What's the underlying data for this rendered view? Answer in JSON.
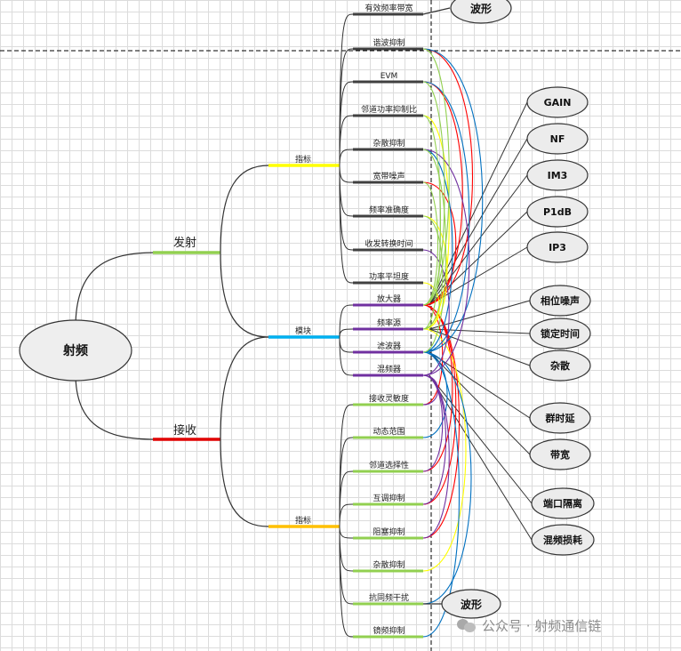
{
  "root": "射频",
  "branches": {
    "tx": "发射",
    "rx": "接收",
    "tx_indicator": "指标",
    "module": "模块",
    "rx_indicator": "指标"
  },
  "tx_items": [
    "有效频率带宽",
    "谐波抑制",
    "EVM",
    "邻道功率抑制比",
    "杂散抑制",
    "宽带噪声",
    "频率准确度",
    "收发转换时间",
    "功率平坦度"
  ],
  "module_items": [
    "放大器",
    "频率源",
    "滤波器",
    "混频器"
  ],
  "rx_items": [
    "接收灵敏度",
    "动态范围",
    "邻道选择性",
    "互调抑制",
    "阻塞抑制",
    "杂散抑制",
    "抗同频干扰",
    "镜频抑制"
  ],
  "right_nodes": [
    "GAIN",
    "NF",
    "IM3",
    "P1dB",
    "IP3",
    "相位噪声",
    "锁定时间",
    "杂散",
    "群时延",
    "带宽",
    "端口隔离",
    "混频损耗"
  ],
  "waveform_top": "波形",
  "waveform_bottom": "波形",
  "watermark": "公众号 · 射频通信链",
  "colors": {
    "tx_branch": "#92d050",
    "rx_branch": "#e00000",
    "tx_indicator": "#ffff00",
    "module": "#00b0f0",
    "rx_indicator": "#ffc000",
    "tx_items": "#404040",
    "module_items": "#7030a0",
    "rx_items": "#92d050",
    "link_red": "#ff0000",
    "link_blue": "#0070c0",
    "link_green": "#92d050",
    "link_purple": "#7030a0",
    "link_yellow": "#ffff00"
  }
}
